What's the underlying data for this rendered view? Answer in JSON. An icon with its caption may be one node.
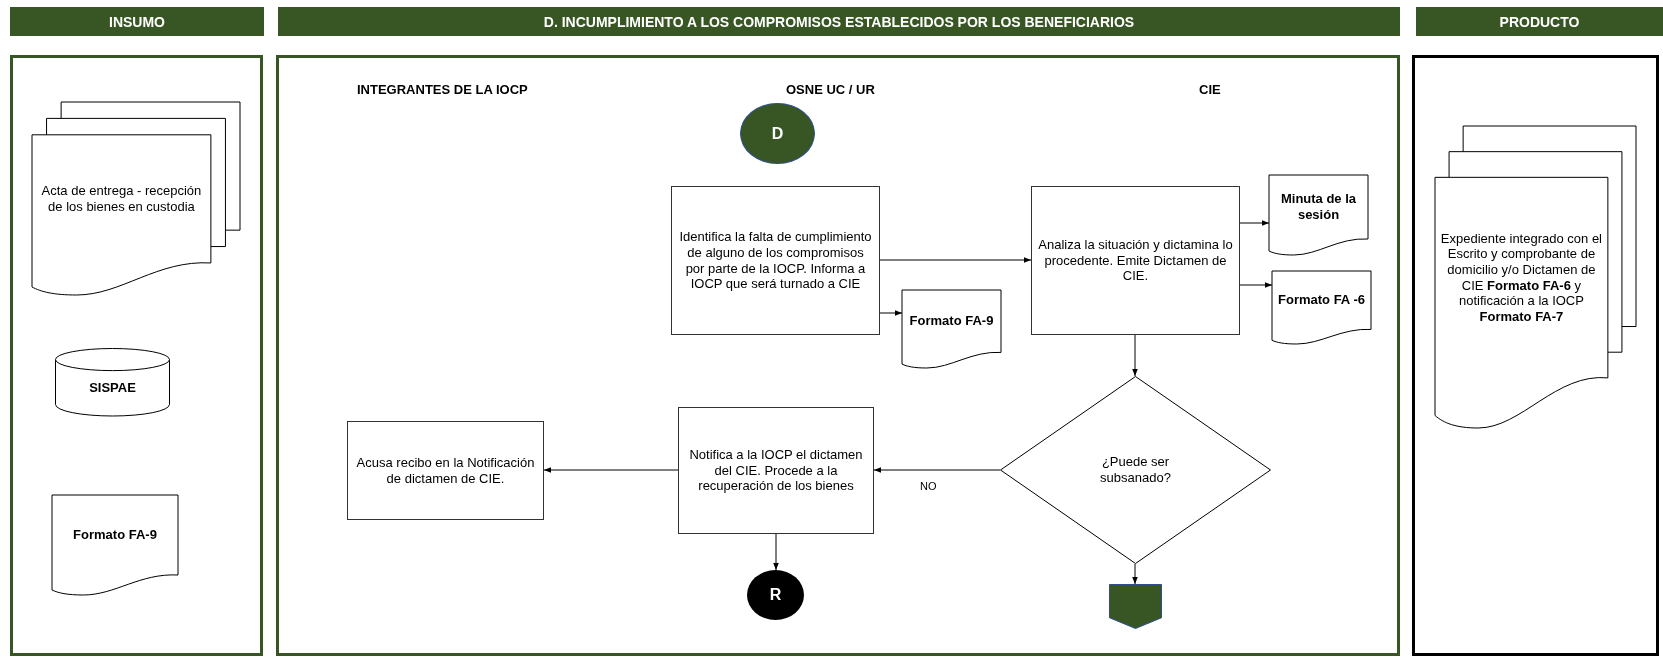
{
  "diagram": {
    "nodes": [
      {
        "text": [
          "INSUMO"
        ]
      },
      {
        "text": [
          "D. INCUMPLIMIENTO A LOS COMPROMISOS ESTABLECIDOS POR LOS BENEFICIARIOS"
        ]
      },
      {
        "text": [
          "PRODUCTO"
        ]
      },
      {
        "text": [],
        "shape": "box"
      },
      {
        "text": [],
        "shape": "box"
      },
      {
        "text": [],
        "shape": "box"
      },
      {
        "text": [
          "Acta de entrega - recepción de los bienes en custodia"
        ],
        "in": 3
      },
      {
        "text": [
          "SISPAE"
        ],
        "in": 3
      },
      {
        "text": [
          "Formato FA-9"
        ],
        "in": 3
      },
      {
        "text": [
          "D"
        ],
        "in": 4
      },
      {
        "text": [
          "Identifica la falta de cumplimiento de alguno de los compromisos por parte de la IOCP. Informa a IOCP que será turnado a CIE"
        ],
        "in": 4
      },
      {
        "text": [
          "Formato FA-9"
        ],
        "in": 4
      },
      {
        "text": [
          "Analiza la situación y dictamina lo procedente. Emite Dictamen de CIE."
        ],
        "in": 4
      },
      {
        "text": [
          "Minuta de la sesión"
        ],
        "in": 4
      },
      {
        "text": [
          "Formato FA -6"
        ],
        "in": 4
      },
      {
        "text": [
          "¿Puede ser subsanado?"
        ],
        "in": 4
      },
      {
        "text": [
          "Acusa recibo en la Notificación de dictamen de CIE."
        ],
        "in": 4
      },
      {
        "text": [
          "Notifica a la IOCP el dictamen del CIE. Procede a la recuperación de los bienes"
        ],
        "in": 4
      },
      {
        "text": [
          "R"
        ],
        "in": 4
      },
      {
        "text": [],
        "shape": "pentagon",
        "in": 4
      },
      {
        "text": [
          "Expediente integrado con el Escrito y comprobante de domicilio y/o Dictamen de CIE **Formato FA-6** y notificación a la IOCP **Formato FA-7**"
        ],
        "in": 5
      }
    ],
    "edges": [
      {
        "from": 10,
        "to": 12,
        "arrow": "to"
      },
      {
        "from": 10,
        "to": 11,
        "arrow": "to"
      },
      {
        "from": 12,
        "to": 13,
        "arrow": "to"
      },
      {
        "from": 12,
        "to": 14,
        "arrow": "to"
      },
      {
        "from": 12,
        "to": 15,
        "arrow": "to"
      },
      {
        "from": 15,
        "to": 17,
        "arrow": "to",
        "label": "NO"
      },
      {
        "from": 17,
        "to": 16,
        "arrow": "to"
      },
      {
        "from": 17,
        "to": 18,
        "arrow": "to"
      },
      {
        "from": 15,
        "to": 19,
        "arrow": "to"
      }
    ],
    "labels": [
      "INTEGRANTES DE LA IOCP",
      "OSNE UC / UR",
      "CIE"
    ]
  }
}
